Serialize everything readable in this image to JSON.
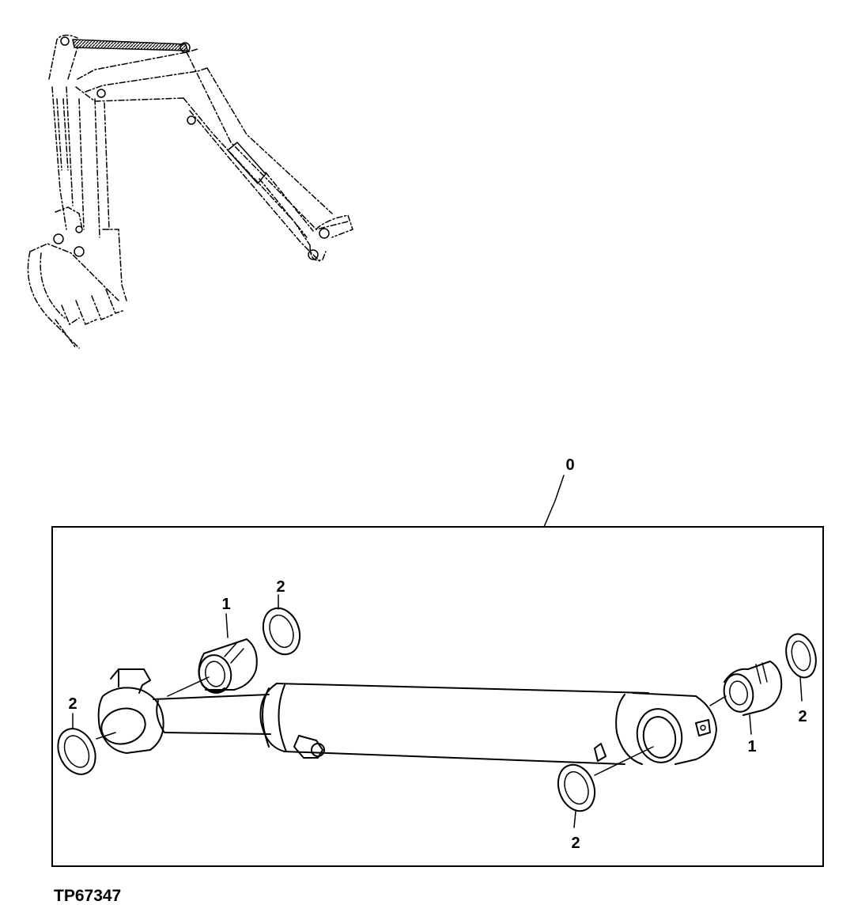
{
  "figure_id": "TP67347",
  "callouts": {
    "assembly": "0",
    "bushing": "1",
    "seal": "2"
  },
  "colors": {
    "ink": "#000000",
    "paper": "#ffffff",
    "hose_fill": "#555555"
  },
  "icons": {
    "excavator_boom": "excavator-boom-illustration",
    "hydraulic_cylinder": "hydraulic-cylinder-illustration",
    "bushing": "bushing-illustration",
    "seal_ring": "seal-ring-illustration"
  }
}
